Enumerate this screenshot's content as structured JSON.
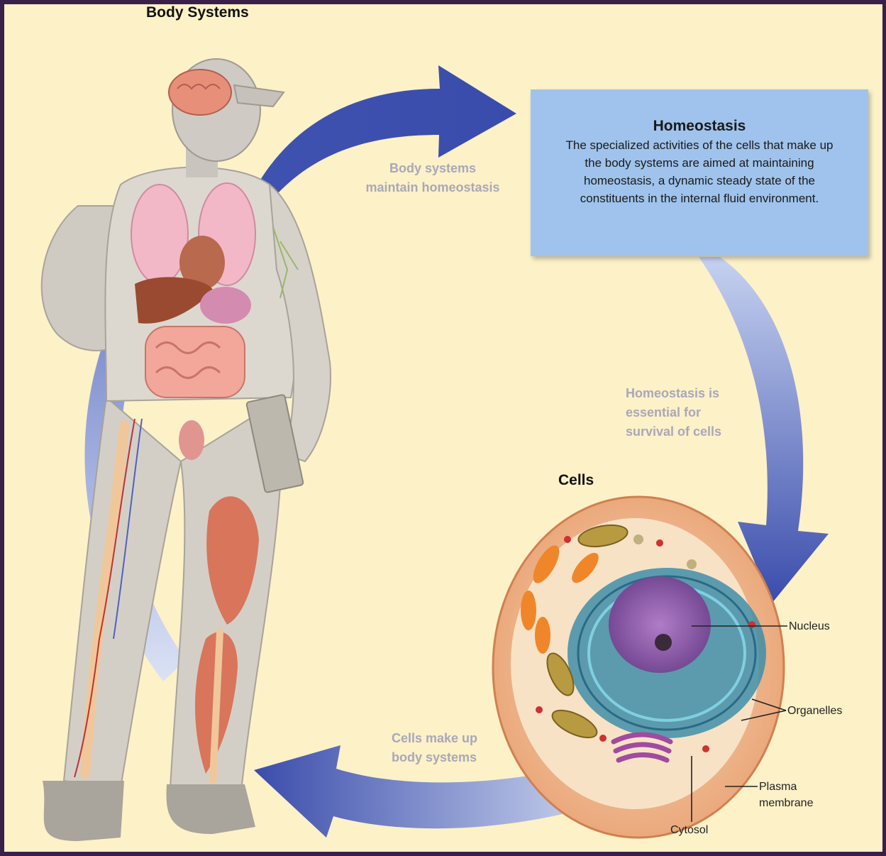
{
  "titles": {
    "body_systems": "Body Systems",
    "cells": "Cells"
  },
  "homeostasis": {
    "title": "Homeostasis",
    "text": "The specialized activities of the cells that make up the body systems are aimed at maintaining homeostasis, a dynamic steady state of the constituents in the internal fluid environment."
  },
  "arrows": {
    "top": [
      "Body systems",
      "maintain homeostasis"
    ],
    "right": [
      "Homeostasis is",
      "essential for",
      "survival of cells"
    ],
    "bottom": [
      "Cells make up",
      "body systems"
    ]
  },
  "cell_labels": {
    "nucleus": "Nucleus",
    "organelles": "Organelles",
    "plasma_membrane": [
      "Plasma",
      "membrane"
    ],
    "cytosol": "Cytosol"
  },
  "colors": {
    "background": "#fdf1c8",
    "frame": "#3a1f4a",
    "arrow_dark": "#3f52b0",
    "arrow_light": "#c9d3ee",
    "box": "#9fc3ec"
  }
}
